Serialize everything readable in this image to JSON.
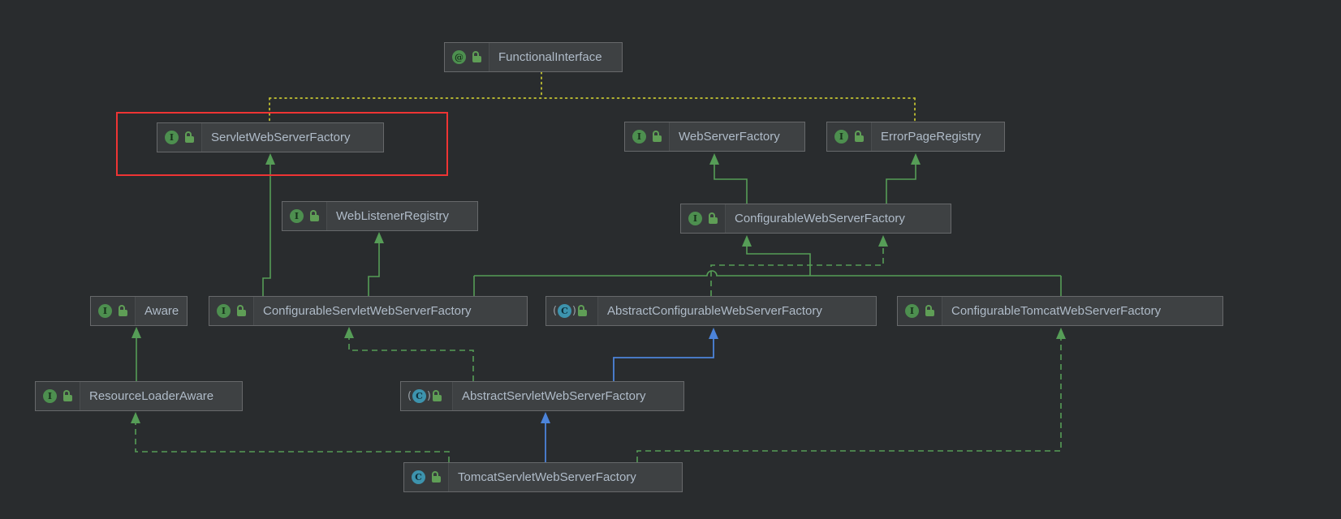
{
  "diagram": {
    "title": "ServletWebServerFactory class hierarchy",
    "nodes": [
      {
        "id": "functional-interface",
        "label": "FunctionalInterface",
        "kind": "annotation",
        "visibility": "public"
      },
      {
        "id": "servlet-web-server-factory",
        "label": "ServletWebServerFactory",
        "kind": "interface",
        "visibility": "public",
        "selected": true
      },
      {
        "id": "web-server-factory",
        "label": "WebServerFactory",
        "kind": "interface",
        "visibility": "public"
      },
      {
        "id": "error-page-registry",
        "label": "ErrorPageRegistry",
        "kind": "interface",
        "visibility": "public"
      },
      {
        "id": "web-listener-registry",
        "label": "WebListenerRegistry",
        "kind": "interface",
        "visibility": "public"
      },
      {
        "id": "configurable-web-server-factory",
        "label": "ConfigurableWebServerFactory",
        "kind": "interface",
        "visibility": "public"
      },
      {
        "id": "aware",
        "label": "Aware",
        "kind": "interface",
        "visibility": "public"
      },
      {
        "id": "configurable-servlet-web-server-factory",
        "label": "ConfigurableServletWebServerFactory",
        "kind": "interface",
        "visibility": "public"
      },
      {
        "id": "abstract-configurable-web-server-factory",
        "label": "AbstractConfigurableWebServerFactory",
        "kind": "abstract-class",
        "visibility": "public"
      },
      {
        "id": "configurable-tomcat-web-server-factory",
        "label": "ConfigurableTomcatWebServerFactory",
        "kind": "interface",
        "visibility": "public"
      },
      {
        "id": "resource-loader-aware",
        "label": "ResourceLoaderAware",
        "kind": "interface",
        "visibility": "public"
      },
      {
        "id": "abstract-servlet-web-server-factory",
        "label": "AbstractServletWebServerFactory",
        "kind": "abstract-class",
        "visibility": "public"
      },
      {
        "id": "tomcat-servlet-web-server-factory",
        "label": "TomcatServletWebServerFactory",
        "kind": "class",
        "visibility": "public"
      }
    ],
    "edges": [
      {
        "from": "ConfigurableServletWebServerFactory",
        "to": "ServletWebServerFactory",
        "relation": "extends"
      },
      {
        "from": "ConfigurableServletWebServerFactory",
        "to": "WebListenerRegistry",
        "relation": "extends"
      },
      {
        "from": "ConfigurableServletWebServerFactory",
        "to": "ConfigurableWebServerFactory",
        "relation": "extends"
      },
      {
        "from": "ConfigurableTomcatWebServerFactory",
        "to": "ConfigurableWebServerFactory",
        "relation": "extends"
      },
      {
        "from": "ConfigurableWebServerFactory",
        "to": "WebServerFactory",
        "relation": "extends"
      },
      {
        "from": "ConfigurableWebServerFactory",
        "to": "ErrorPageRegistry",
        "relation": "extends"
      },
      {
        "from": "ResourceLoaderAware",
        "to": "Aware",
        "relation": "extends"
      },
      {
        "from": "AbstractConfigurableWebServerFactory",
        "to": "ConfigurableWebServerFactory",
        "relation": "implements"
      },
      {
        "from": "AbstractServletWebServerFactory",
        "to": "AbstractConfigurableWebServerFactory",
        "relation": "extends-class"
      },
      {
        "from": "AbstractServletWebServerFactory",
        "to": "ConfigurableServletWebServerFactory",
        "relation": "implements"
      },
      {
        "from": "TomcatServletWebServerFactory",
        "to": "AbstractServletWebServerFactory",
        "relation": "extends-class"
      },
      {
        "from": "TomcatServletWebServerFactory",
        "to": "ResourceLoaderAware",
        "relation": "implements"
      },
      {
        "from": "TomcatServletWebServerFactory",
        "to": "ConfigurableTomcatWebServerFactory",
        "relation": "implements"
      },
      {
        "from": "ServletWebServerFactory",
        "to": "FunctionalInterface",
        "relation": "annotated-by"
      },
      {
        "from": "ErrorPageRegistry",
        "to": "FunctionalInterface",
        "relation": "annotated-by"
      }
    ],
    "icons": {
      "interface": {
        "glyph": "I"
      },
      "annotation": {
        "glyph": "@"
      },
      "class": {
        "glyph": "C"
      },
      "abstract_class": {
        "glyph": "C"
      },
      "lock": {
        "glyph": "open-padlock"
      }
    },
    "colors": {
      "background": "#292c2e",
      "node_background": "#3e4143",
      "node_border": "#67696b",
      "label_text": "#afbbc8",
      "extends_line": "#569d57",
      "implements_line": "#569d57",
      "class_extends_line": "#4c84da",
      "annotation_line": "#b3b331",
      "selection": "#ee3434",
      "interface_icon": "#4d8f4f",
      "class_icon": "#3d93ad",
      "lock_icon": "#5f9e56"
    }
  }
}
